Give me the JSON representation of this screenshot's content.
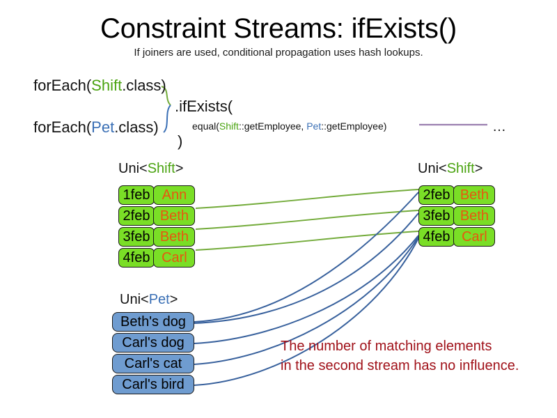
{
  "slide": {
    "title": "Constraint Streams: ifExists()",
    "subtitle": "If joiners are used, conditional propagation uses hash lookups."
  },
  "code": {
    "line1_prefix": "forEach(",
    "line1_type": "Shift",
    "line1_suffix": ".class)",
    "line2_prefix": "forEach(",
    "line2_type": "Pet",
    "line2_suffix": ".class)",
    "method": ".ifExists(",
    "joiner_prefix": "equal(",
    "joiner_type1": "Shift",
    "joiner_mid": "::getEmployee, ",
    "joiner_type2": "Pet",
    "joiner_suffix": "::getEmployee)",
    "close_paren": ")",
    "ellipsis": "…"
  },
  "left_shift_stream": {
    "label_prefix": "Uni<",
    "label_type": "Shift",
    "label_suffix": ">",
    "columns": [
      "date",
      "employee"
    ],
    "rows": [
      {
        "date": "1feb",
        "employee": "Ann"
      },
      {
        "date": "2feb",
        "employee": "Beth"
      },
      {
        "date": "3feb",
        "employee": "Beth"
      },
      {
        "date": "4feb",
        "employee": "Carl"
      }
    ]
  },
  "right_shift_stream": {
    "label_prefix": "Uni<",
    "label_type": "Shift",
    "label_suffix": ">",
    "columns": [
      "date",
      "employee"
    ],
    "rows": [
      {
        "date": "2feb",
        "employee": "Beth"
      },
      {
        "date": "3feb",
        "employee": "Beth"
      },
      {
        "date": "4feb",
        "employee": "Carl"
      }
    ]
  },
  "pet_stream": {
    "label_prefix": "Uni<",
    "label_type": "Pet",
    "label_suffix": ">",
    "rows": [
      {
        "name": "Beth's dog"
      },
      {
        "name": "Carl's dog"
      },
      {
        "name": "Carl's cat"
      },
      {
        "name": "Carl's bird"
      }
    ]
  },
  "note": {
    "line1": "The number of matching elements",
    "line2": "in the second stream has no influence."
  },
  "colors": {
    "shift_green": "#7ade26",
    "shift_green_text": "#4aa310",
    "employee_orange": "#e8550f",
    "pet_blue": "#6f9cd0",
    "pet_blue_text": "#3a6fb5",
    "wire_green": "#73ab3a",
    "wire_blue": "#37609c",
    "joiner_line_purple": "#9b7fb0",
    "note_red": "#a01119",
    "outline": "#1a1a1a"
  }
}
